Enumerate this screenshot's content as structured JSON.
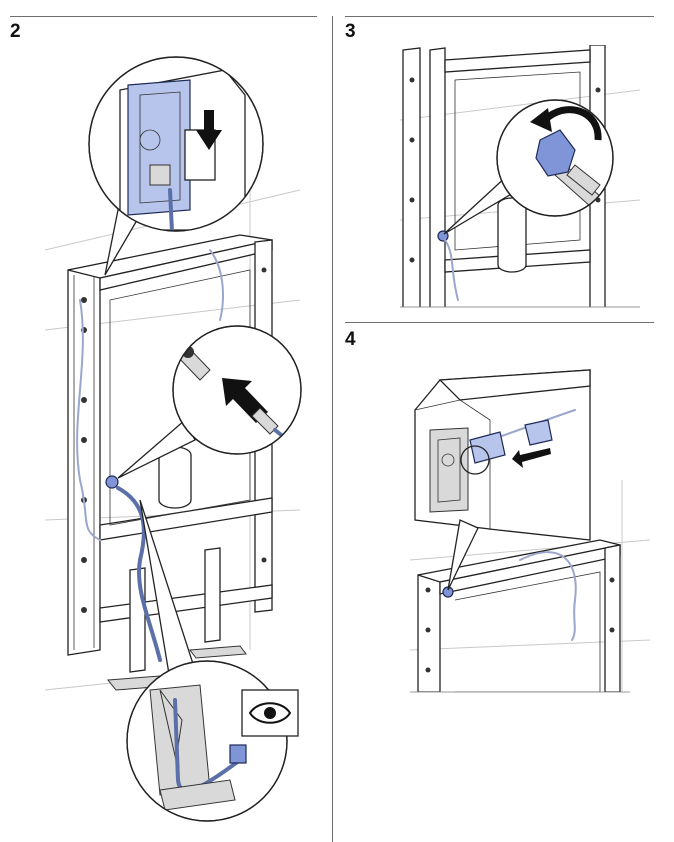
{
  "steps": [
    {
      "number": "2"
    },
    {
      "number": "3"
    },
    {
      "number": "4"
    }
  ]
}
